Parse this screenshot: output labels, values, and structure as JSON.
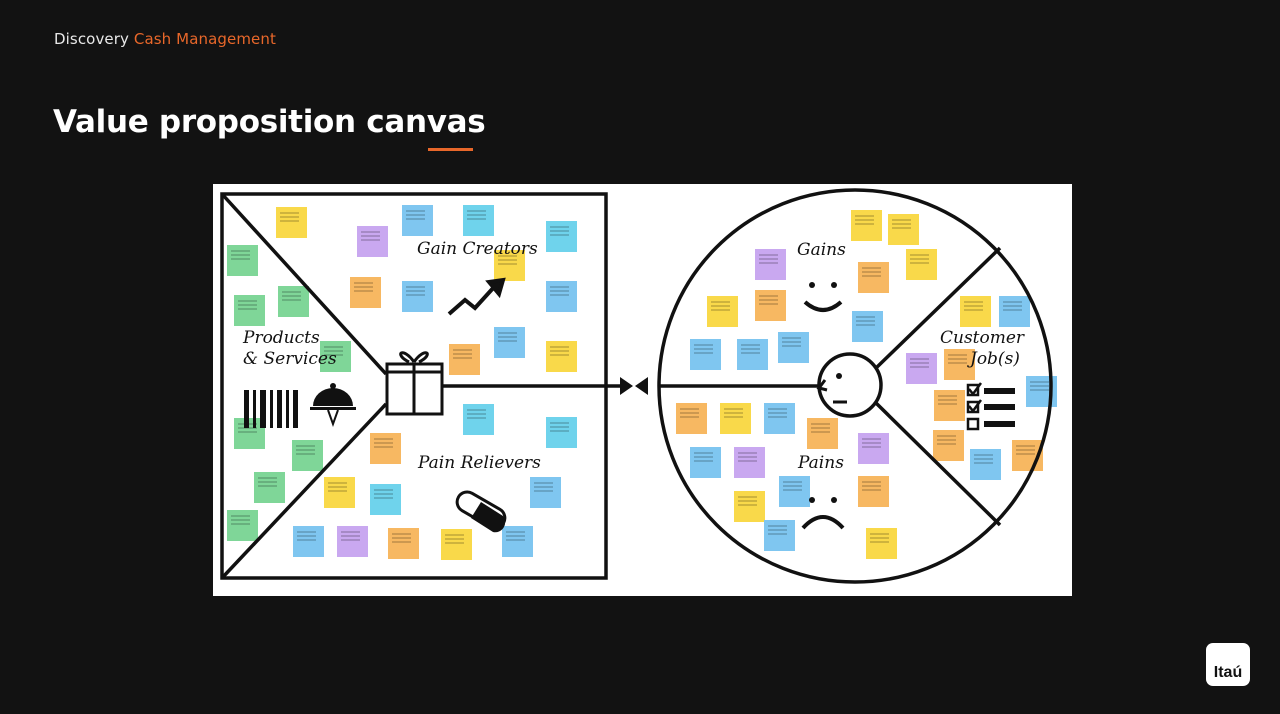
{
  "header": {
    "prefix": "Discovery",
    "accent": "Cash Management"
  },
  "slide": {
    "title": "Value proposition canvas"
  },
  "canvas": {
    "value_map": {
      "gain_creators": "Gain Creators",
      "products_line1": "Products",
      "products_line2": "& Services",
      "pain_relievers": "Pain Relievers"
    },
    "customer_profile": {
      "gains": "Gains",
      "jobs_line1": "Customer",
      "jobs_line2": "Job(s)",
      "pains": "Pains"
    }
  },
  "logo": {
    "text": "Itaú"
  },
  "colors": {
    "accent": "#e8672a",
    "background": "#121212"
  }
}
